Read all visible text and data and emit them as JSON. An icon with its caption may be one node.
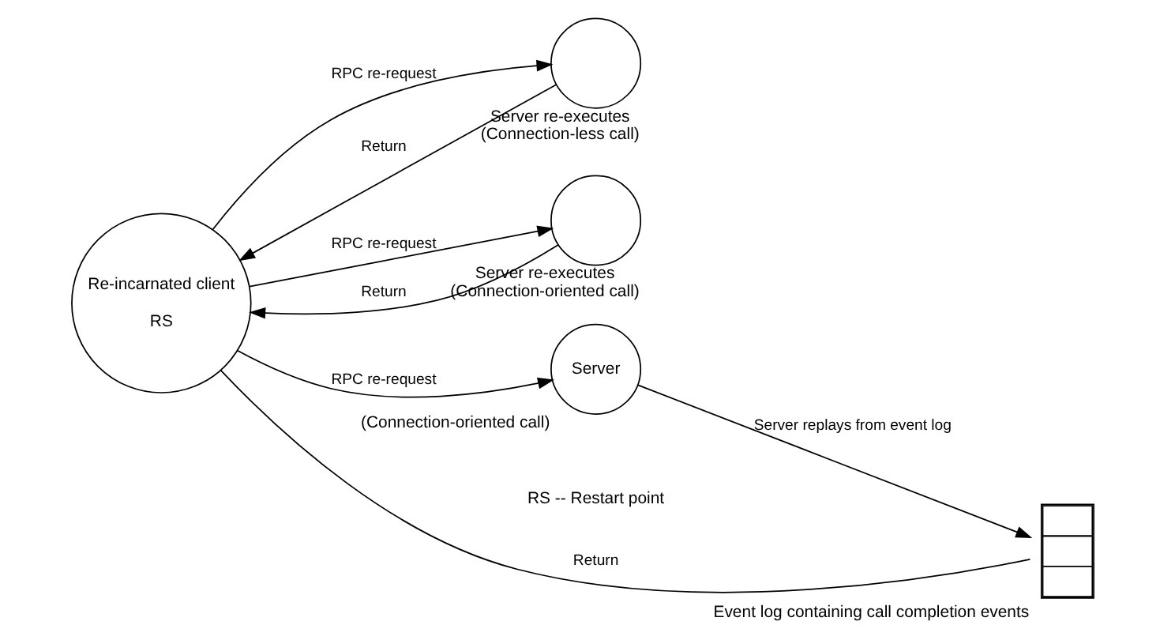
{
  "diagram": {
    "nodes": [
      {
        "text": [
          "Re-incarnated client",
          "RS"
        ]
      },
      {
        "text": [],
        "shape": "circle",
        "beside": [
          "Server re-executes",
          "(Connection-less call)"
        ]
      },
      {
        "text": [],
        "shape": "circle",
        "beside": [
          "Server re-executes",
          "(Connection-oriented call)"
        ]
      },
      {
        "text": [
          "Server"
        ],
        "beside": [
          "(Connection-oriented call)"
        ]
      },
      {
        "text": [],
        "shape": "box",
        "beside": [
          "Event log containing call completion events"
        ]
      }
    ],
    "edges": [
      {
        "from": 0,
        "to": 1,
        "arrow": "to",
        "label": "RPC re-request"
      },
      {
        "from": 1,
        "to": 0,
        "arrow": "to",
        "label": "Return"
      },
      {
        "from": 0,
        "to": 2,
        "arrow": "to",
        "label": "RPC re-request"
      },
      {
        "from": 2,
        "to": 0,
        "arrow": "to",
        "label": "Return"
      },
      {
        "from": 0,
        "to": 3,
        "arrow": "to",
        "label": "RPC re-request"
      },
      {
        "from": 4,
        "to": 0,
        "arrow": "none",
        "label": "Return"
      },
      {
        "from": 3,
        "to": 4,
        "arrow": "to",
        "label": "Server replays from event log"
      }
    ],
    "labels": [
      "RS -- Restart point"
    ]
  }
}
